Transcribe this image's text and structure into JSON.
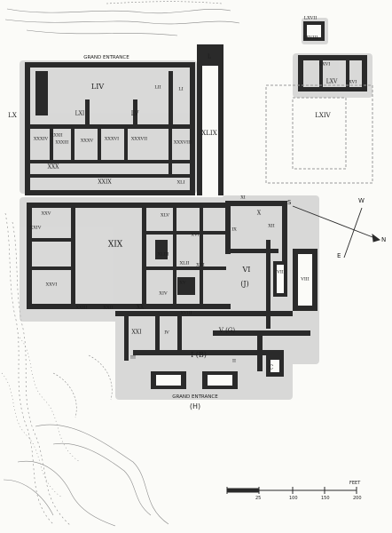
{
  "colors": {
    "wall": "#2a2a2a",
    "shade": "#bdbdbd",
    "paper": "#fbfbf8",
    "ink": "#1c1c1c"
  },
  "top_entrance": "GRAND ENTRANCE",
  "bottom_entrance": "GRAND ENTRANCE",
  "bottom_entrance_sub": "(H)",
  "compass": {
    "n": "N",
    "s": "S",
    "e": "E",
    "w": "W"
  },
  "scale": {
    "ticks": [
      "25",
      "100",
      "150",
      "200"
    ],
    "unit": "FEET"
  },
  "rooms": [
    {
      "id": "r-lxvii",
      "label": "LXVII"
    },
    {
      "id": "r-lxviii",
      "label": "LXVIII"
    },
    {
      "id": "r-lxvi",
      "label": "LXVI"
    },
    {
      "id": "r-lxv",
      "label": "LXV"
    },
    {
      "id": "r-lxvi2",
      "label": "LXVI"
    },
    {
      "id": "r-lxiv",
      "label": "LXIV"
    },
    {
      "id": "r-l",
      "label": "L"
    },
    {
      "id": "r-liv",
      "label": "LIV"
    },
    {
      "id": "r-lx",
      "label": "LX"
    },
    {
      "id": "r-lxi",
      "label": "LXI"
    },
    {
      "id": "r-lv",
      "label": "LV"
    },
    {
      "id": "r-lii",
      "label": "LII"
    },
    {
      "id": "r-li",
      "label": "LI"
    },
    {
      "id": "r-xlix",
      "label": "XLIX"
    },
    {
      "id": "r-xxxiv",
      "label": "XXXIV"
    },
    {
      "id": "r-xxxv",
      "label": "XXXV"
    },
    {
      "id": "r-xxxvi",
      "label": "XXXVI"
    },
    {
      "id": "r-xxxvii",
      "label": "XXXVII"
    },
    {
      "id": "r-xxxviii",
      "label": "XXXVIII"
    },
    {
      "id": "r-xxxii",
      "label": "XXXII"
    },
    {
      "id": "r-xxxiii",
      "label": "XXXIII"
    },
    {
      "id": "r-xxx",
      "label": "XXX"
    },
    {
      "id": "r-xxix",
      "label": "XXIX"
    },
    {
      "id": "r-xli",
      "label": "XLI"
    },
    {
      "id": "r-xix",
      "label": "XIX"
    },
    {
      "id": "r-xxv",
      "label": "XXV"
    },
    {
      "id": "r-xxvi",
      "label": "XXVI"
    },
    {
      "id": "r-xxiv",
      "label": "XXIV"
    },
    {
      "id": "r-xxiii",
      "label": "XXIII"
    },
    {
      "id": "r-xxii",
      "label": "XXII"
    },
    {
      "id": "r-xlv",
      "label": "XLV"
    },
    {
      "id": "r-xliii",
      "label": "XLIII"
    },
    {
      "id": "r-xlii",
      "label": "XLII"
    },
    {
      "id": "r-xiii",
      "label": "XIII"
    },
    {
      "id": "r-xiv",
      "label": "XIV"
    },
    {
      "id": "r-xv",
      "label": "XV"
    },
    {
      "id": "r-xvi",
      "label": "XVI"
    },
    {
      "id": "r-ix",
      "label": "IX"
    },
    {
      "id": "r-x",
      "label": "X"
    },
    {
      "id": "r-xi",
      "label": "XI"
    },
    {
      "id": "r-xii",
      "label": "XII"
    },
    {
      "id": "r-vi",
      "label": "VI"
    },
    {
      "id": "r-vi-sub",
      "label": "(J)"
    },
    {
      "id": "r-vii",
      "label": "VII"
    },
    {
      "id": "r-viii",
      "label": "VIII"
    },
    {
      "id": "r-xx",
      "label": "XX"
    },
    {
      "id": "r-xviii",
      "label": "XVIII"
    },
    {
      "id": "r-xxi",
      "label": "XXI"
    },
    {
      "id": "r-iv",
      "label": "IV"
    },
    {
      "id": "r-v",
      "label": "V (G)"
    },
    {
      "id": "r-iii",
      "label": "III"
    },
    {
      "id": "r-ii",
      "label": "II"
    },
    {
      "id": "r-i",
      "label": "I (B)"
    },
    {
      "id": "r-c",
      "label": "C"
    }
  ]
}
